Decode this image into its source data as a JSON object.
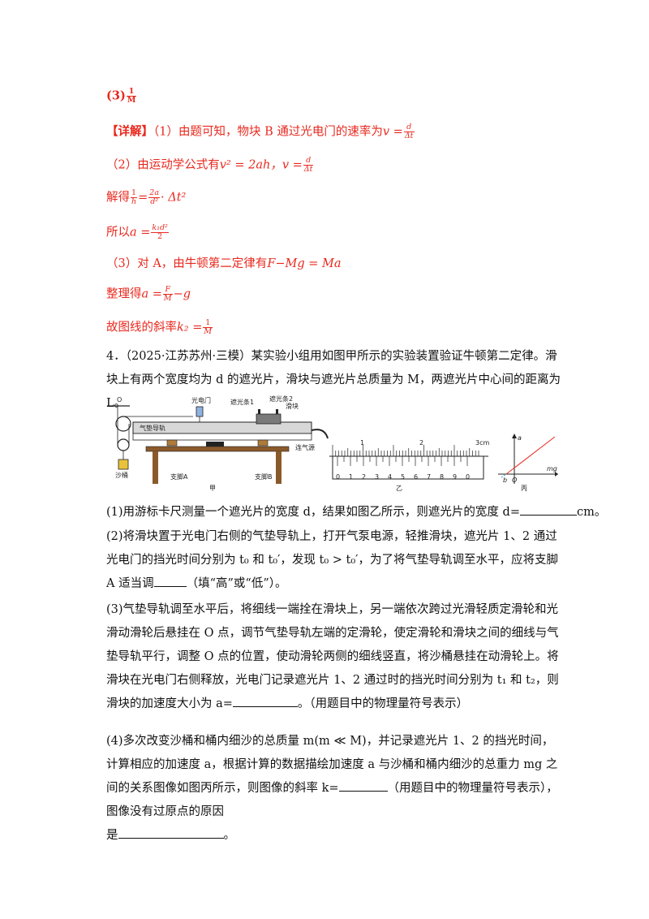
{
  "answer3": {
    "label": "(3)",
    "num": "1",
    "den": "M"
  },
  "detail": {
    "tag": "【详解】",
    "l1_text": "（1）由题可知，物块 B 通过光电门的速率为",
    "l1_formula_lhs": "v =",
    "l1_frac_num": "d",
    "l1_frac_den": "Δt",
    "l2_text": "（2）由运动学公式有",
    "l2_formula": "v² = 2ah，v =",
    "l2_frac_num": "d",
    "l2_frac_den": "Δt",
    "l3_text": "解得",
    "l3_f1_num": "1",
    "l3_f1_den": "h",
    "l3_eq": "=",
    "l3_f2_num": "2a",
    "l3_f2_den": "d²",
    "l3_tail": "· Δt²",
    "l4_text": "所以",
    "l4_lhs": "a =",
    "l4_num": "k₁d²",
    "l4_den": "2",
    "l5_text": "（3）对 A，由牛顿第二定律有",
    "l5_formula": "F−Mg = Ma",
    "l6_text": "整理得",
    "l6_lhs": "a =",
    "l6_num": "F",
    "l6_den": "M",
    "l6_tail": "−g",
    "l7_text": "故图线的斜率",
    "l7_lhs": "k₂ =",
    "l7_num": "1",
    "l7_den": "M"
  },
  "question4": {
    "intro": "4．（2025·江苏苏州·三模）某实验小组用如图甲所示的实验装置验证牛顿第二定律。滑块上有两个宽度均为 d 的遮光片，滑块与遮光片总质量为 M，两遮光片中心间的距离为 L。",
    "p1": "(1)用游标卡尺测量一个遮光片的宽度 d，结果如图乙所示，则遮光片的宽度 d=",
    "p1_unit": "cm。",
    "p2": "(2)将滑块置于光电门右侧的气垫导轨上，打开气泵电源，轻推滑块，遮光片 1、2 通过光电门的挡光时间分别为 t₀ 和 t₀′，发现 t₀ > t₀′，为了将气垫导轨调至水平，应将支脚 A 适当调",
    "p2_tail": "（填“高”或“低”）。",
    "p3": "(3)气垫导轨调至水平后，将细线一端拴在滑块上，另一端依次跨过光滑轻质定滑轮和光滑动滑轮后悬挂在 O 点，调节气垫导轨左端的定滑轮，使定滑轮和滑块之间的细线与气垫导轨平行，调整 O 点的位置，使动滑轮两侧的细线竖直，将沙桶悬挂在动滑轮上。将滑块在光电门右侧释放，光电门记录遮光片 1、2 通过时的挡光时间分别为 t₁ 和 t₂，则滑块的加速度大小为 a=",
    "p3_tail": "。（用题目中的物理量符号表示）",
    "p4": "(4)多次改变沙桶和桶内细沙的总质量 m(m ≪ M)，并记录遮光片 1、2 的挡光时间，计算相应的加速度 a，根据计算的数据描绘加速度 a 与沙桶和桶内细沙的总重力 mg 之间的关系图像如图丙所示，则图像的斜率 k=",
    "p4_mid": "（用题目中的物理量符号表示），图像没有过原点的原因",
    "p4_last": "是",
    "p4_end": "。"
  },
  "figure": {
    "jia": {
      "O": "O",
      "guangdianmen": "光电门",
      "zheguang1": "遮光条1",
      "zheguang2": "遮光条2",
      "huakuai": "滑块",
      "qidian": "气垫导轨",
      "lianqiyuan": "连气源",
      "zhijiaoA": "支脚A",
      "zhijiaoB": "支脚B",
      "shatong": "沙桶",
      "caption": "甲"
    },
    "yi": {
      "main_labels": [
        "1",
        "2",
        "3cm"
      ],
      "vernier_labels": [
        "0",
        "1",
        "2",
        "3",
        "4",
        "5",
        "6",
        "7",
        "8",
        "9",
        "0"
      ],
      "caption": "乙"
    },
    "bing": {
      "a": "a",
      "mg": "mg",
      "b": "b",
      "O": "O",
      "caption": "丙"
    }
  }
}
